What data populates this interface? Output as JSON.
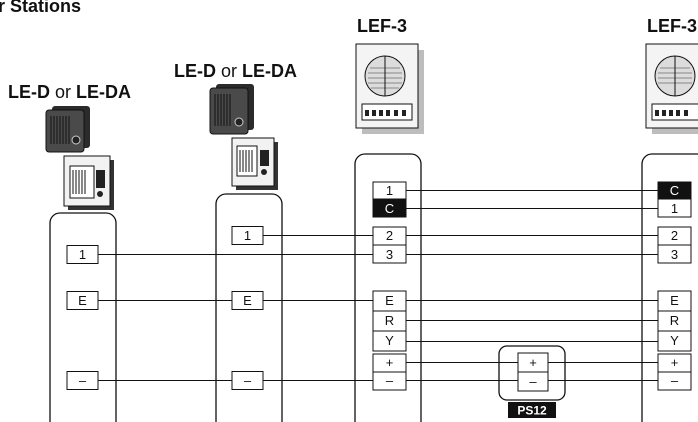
{
  "header": {
    "stations_fragment": "r Stations"
  },
  "stations": {
    "le_d_1": {
      "part1": "LE-D",
      "sep": " or ",
      "part2": "LE-DA"
    },
    "le_d_2": {
      "part1": "LE-D",
      "sep": " or ",
      "part2": "LE-DA"
    },
    "lef3_1": {
      "label": "LEF-3"
    },
    "lef3_2": {
      "label": "LEF-3"
    }
  },
  "terminals": {
    "le_d_1": [
      "1",
      "E",
      "–"
    ],
    "le_d_2": [
      "1",
      "E",
      "–"
    ],
    "lef3_1": [
      "1",
      "C",
      "2",
      "3",
      "E",
      "R",
      "Y",
      "+",
      "–"
    ],
    "lef3_2": [
      "C",
      "1",
      "2",
      "3",
      "E",
      "R",
      "Y",
      "+",
      "–"
    ]
  },
  "power_supply": {
    "label": "PS12",
    "terminals": [
      "+",
      "–"
    ]
  }
}
